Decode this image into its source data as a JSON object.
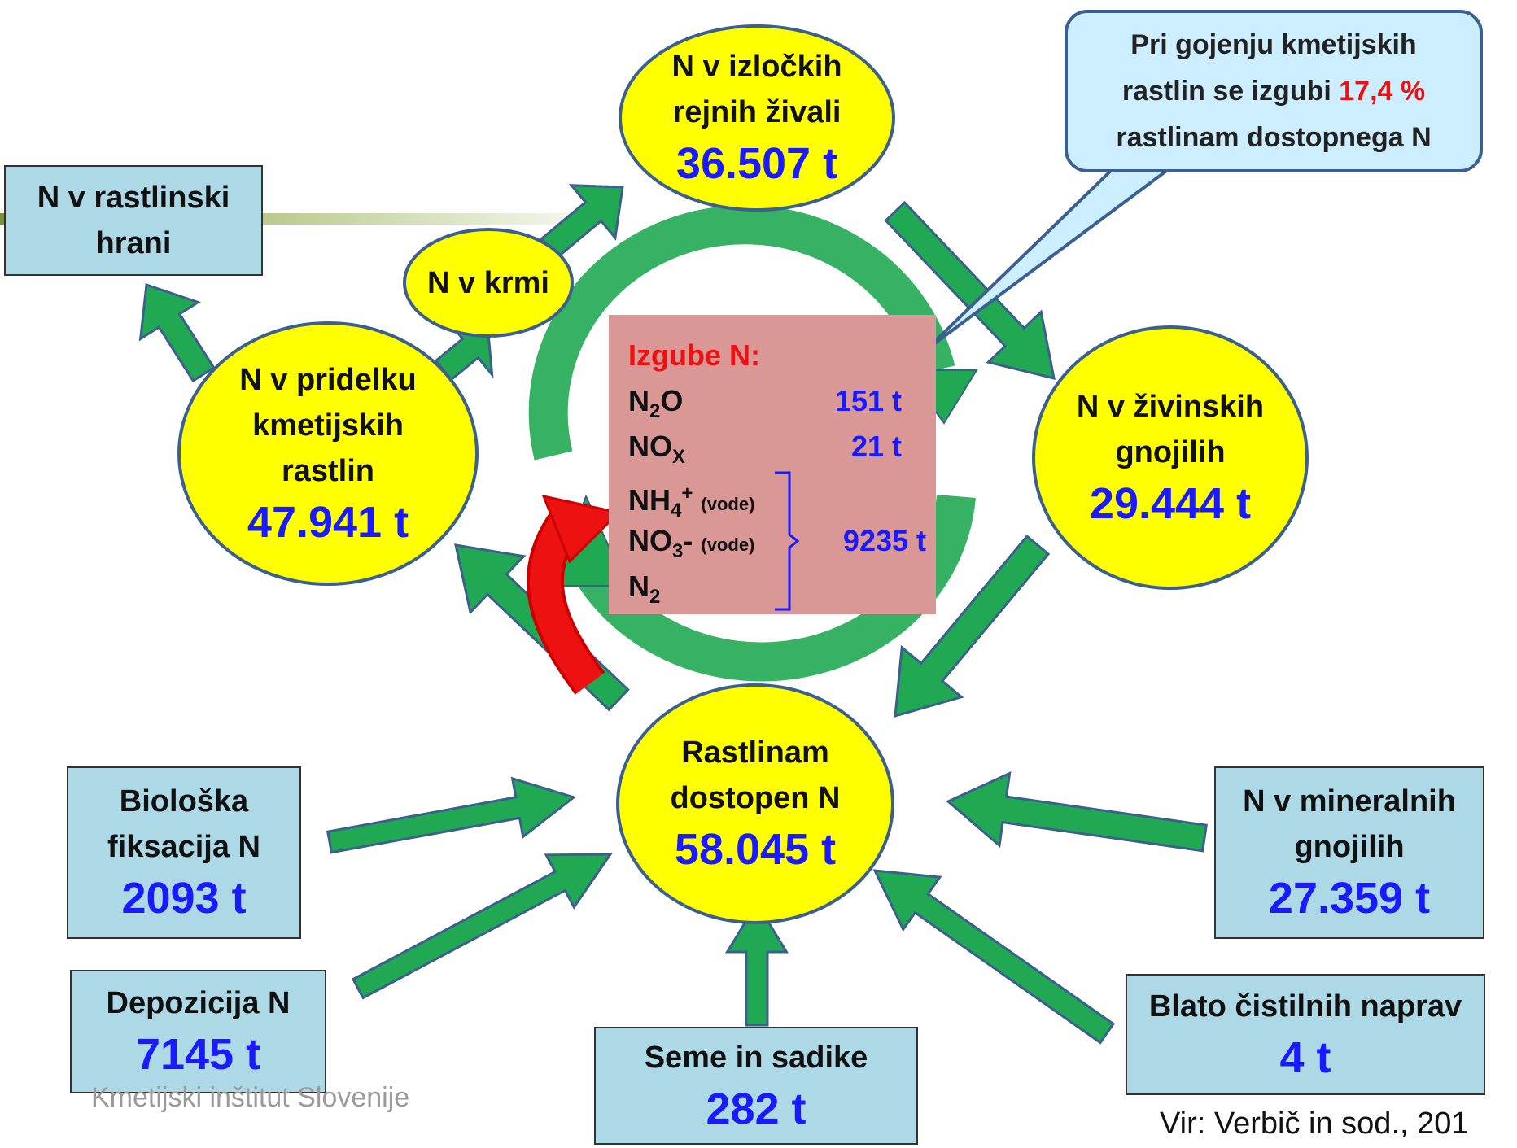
{
  "nodes": {
    "excreta": {
      "label1": "N v izločkih",
      "label2": "rejnih živali",
      "value": "36.507 t"
    },
    "feed": {
      "label": "N v krmi"
    },
    "crops": {
      "label1": "N v pridelku",
      "label2": "kmetijskih",
      "label3": "rastlin",
      "value": "47.941 t"
    },
    "manure": {
      "label1": "N v živinskih",
      "label2": "gnojilih",
      "value": "29.444 t"
    },
    "available": {
      "label1": "Rastlinam",
      "label2": "dostopen N",
      "value": "58.045 t"
    },
    "plant_food": {
      "label1": "N v rastlinski",
      "label2": "hrani"
    },
    "bio_fixation": {
      "label1": "Biološka",
      "label2": "fiksacija N",
      "value": "2093 t"
    },
    "deposition": {
      "label": "Depozicija N",
      "value": "7145 t"
    },
    "seeds": {
      "label": "Seme in sadike",
      "value": "282 t"
    },
    "mineral": {
      "label1": "N v mineralnih",
      "label2": "gnojilih",
      "value": "27.359 t"
    },
    "sludge": {
      "label": "Blato čistilnih naprav",
      "value": "4 t"
    }
  },
  "losses": {
    "title": "Izgube N:",
    "n2o": {
      "main": "N",
      "sub": "2",
      "rest": "O",
      "value": "151 t"
    },
    "nox": {
      "main": "NO",
      "sub": "X",
      "value": "21 t"
    },
    "nh4": {
      "main": "NH",
      "sub": "4",
      "sup": "+",
      "note": "(vode)"
    },
    "no3": {
      "main": "NO",
      "sub": "3",
      "rest": "-",
      "note": "(vode)"
    },
    "n2": {
      "main": "N",
      "sub": "2"
    },
    "group_value": "9235 t"
  },
  "callout": {
    "line1": "Pri gojenju kmetijskih",
    "line2a": "rastlin se izgubi",
    "pct": "17,4 %",
    "line3": "rastlinam dostopnega N"
  },
  "source": "Vir: Verbič in sod., 201",
  "logo": "Kmetijski inštitut Slovenije",
  "colors": {
    "ellipse": "#ffff00",
    "box": "#add8e6",
    "arrow": "#21a852",
    "value": "#1a1aff",
    "loss_box": "#d99795",
    "red_arrow": "#ee1111"
  }
}
